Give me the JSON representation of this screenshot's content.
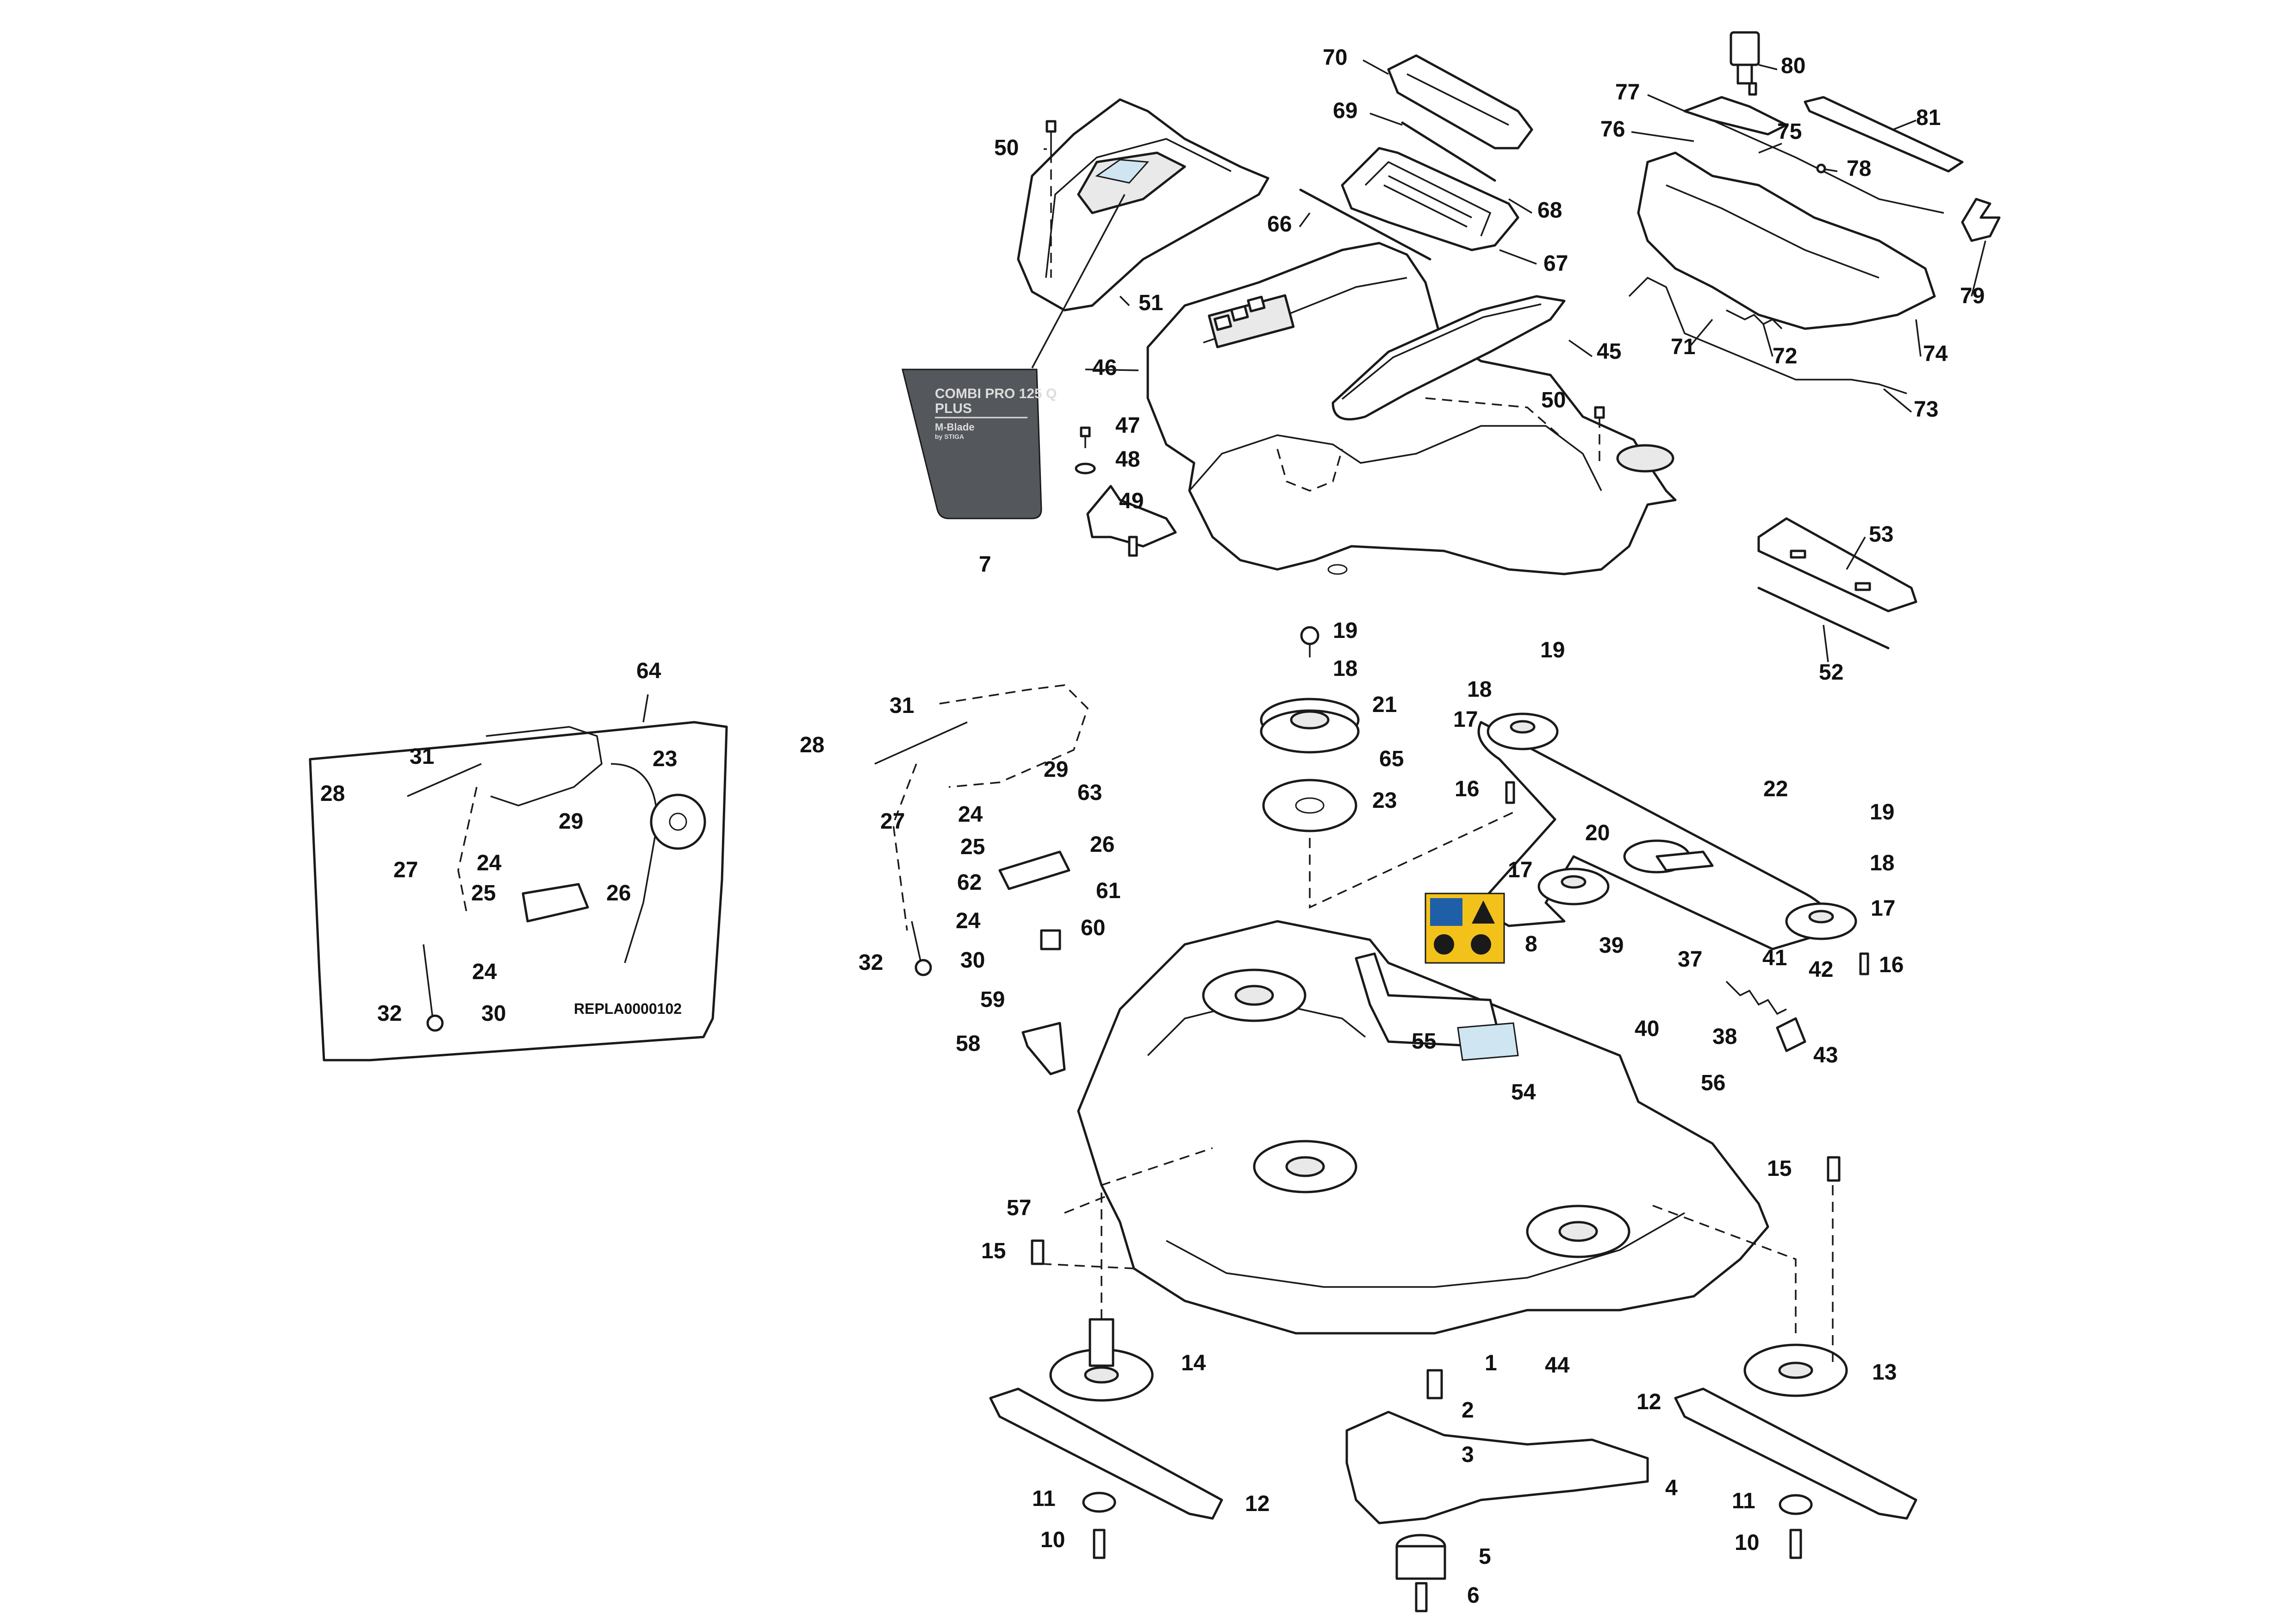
{
  "diagram": {
    "colors": {
      "line": "#1a1a1a",
      "decal_fill": "#54575b",
      "label_blue": "#cfe6f2",
      "warning_yellow": "#f2c21b",
      "manual_blue": "#1f5fa8"
    },
    "reference_code": "REPLA0000102",
    "decal": {
      "line1": "COMBI PRO 125 Q",
      "line2": "PLUS",
      "line3": "M-Blade",
      "line4": "by STIGA"
    },
    "callouts": [
      {
        "id": "c1",
        "text": "1"
      },
      {
        "id": "c2",
        "text": "2"
      },
      {
        "id": "c3",
        "text": "3"
      },
      {
        "id": "c4",
        "text": "4"
      },
      {
        "id": "c5",
        "text": "5"
      },
      {
        "id": "c6",
        "text": "6"
      },
      {
        "id": "c7",
        "text": "7"
      },
      {
        "id": "c8",
        "text": "8"
      },
      {
        "id": "c10a",
        "text": "10"
      },
      {
        "id": "c10b",
        "text": "10"
      },
      {
        "id": "c11a",
        "text": "11"
      },
      {
        "id": "c11b",
        "text": "11"
      },
      {
        "id": "c12a",
        "text": "12"
      },
      {
        "id": "c12b",
        "text": "12"
      },
      {
        "id": "c13",
        "text": "13"
      },
      {
        "id": "c14",
        "text": "14"
      },
      {
        "id": "c15a",
        "text": "15"
      },
      {
        "id": "c15b",
        "text": "15"
      },
      {
        "id": "c16a",
        "text": "16"
      },
      {
        "id": "c16b",
        "text": "16"
      },
      {
        "id": "c17a",
        "text": "17"
      },
      {
        "id": "c17b",
        "text": "17"
      },
      {
        "id": "c17c",
        "text": "17"
      },
      {
        "id": "c18a",
        "text": "18"
      },
      {
        "id": "c18b",
        "text": "18"
      },
      {
        "id": "c18c",
        "text": "18"
      },
      {
        "id": "c19a",
        "text": "19"
      },
      {
        "id": "c19b",
        "text": "19"
      },
      {
        "id": "c19c",
        "text": "19"
      },
      {
        "id": "c20",
        "text": "20"
      },
      {
        "id": "c21",
        "text": "21"
      },
      {
        "id": "c22",
        "text": "22"
      },
      {
        "id": "c23a",
        "text": "23"
      },
      {
        "id": "c23b",
        "text": "23"
      },
      {
        "id": "c24a",
        "text": "24"
      },
      {
        "id": "c24b",
        "text": "24"
      },
      {
        "id": "c24c",
        "text": "24"
      },
      {
        "id": "c24d",
        "text": "24"
      },
      {
        "id": "c25a",
        "text": "25"
      },
      {
        "id": "c25b",
        "text": "25"
      },
      {
        "id": "c26a",
        "text": "26"
      },
      {
        "id": "c26b",
        "text": "26"
      },
      {
        "id": "c27a",
        "text": "27"
      },
      {
        "id": "c27b",
        "text": "27"
      },
      {
        "id": "c28a",
        "text": "28"
      },
      {
        "id": "c28b",
        "text": "28"
      },
      {
        "id": "c29a",
        "text": "29"
      },
      {
        "id": "c29b",
        "text": "29"
      },
      {
        "id": "c30a",
        "text": "30"
      },
      {
        "id": "c30b",
        "text": "30"
      },
      {
        "id": "c31a",
        "text": "31"
      },
      {
        "id": "c31b",
        "text": "31"
      },
      {
        "id": "c32a",
        "text": "32"
      },
      {
        "id": "c32b",
        "text": "32"
      },
      {
        "id": "c37",
        "text": "37"
      },
      {
        "id": "c38",
        "text": "38"
      },
      {
        "id": "c39",
        "text": "39"
      },
      {
        "id": "c40",
        "text": "40"
      },
      {
        "id": "c41",
        "text": "41"
      },
      {
        "id": "c42",
        "text": "42"
      },
      {
        "id": "c43",
        "text": "43"
      },
      {
        "id": "c44",
        "text": "44"
      },
      {
        "id": "c45",
        "text": "45"
      },
      {
        "id": "c46",
        "text": "46"
      },
      {
        "id": "c47",
        "text": "47"
      },
      {
        "id": "c48",
        "text": "48"
      },
      {
        "id": "c49",
        "text": "49"
      },
      {
        "id": "c50a",
        "text": "50"
      },
      {
        "id": "c50b",
        "text": "50"
      },
      {
        "id": "c51",
        "text": "51"
      },
      {
        "id": "c52",
        "text": "52"
      },
      {
        "id": "c53",
        "text": "53"
      },
      {
        "id": "c54",
        "text": "54"
      },
      {
        "id": "c55",
        "text": "55"
      },
      {
        "id": "c56",
        "text": "56"
      },
      {
        "id": "c57",
        "text": "57"
      },
      {
        "id": "c58",
        "text": "58"
      },
      {
        "id": "c59",
        "text": "59"
      },
      {
        "id": "c60",
        "text": "60"
      },
      {
        "id": "c61",
        "text": "61"
      },
      {
        "id": "c62",
        "text": "62"
      },
      {
        "id": "c63",
        "text": "63"
      },
      {
        "id": "c64",
        "text": "64"
      },
      {
        "id": "c65",
        "text": "65"
      },
      {
        "id": "c66",
        "text": "66"
      },
      {
        "id": "c67",
        "text": "67"
      },
      {
        "id": "c68",
        "text": "68"
      },
      {
        "id": "c69",
        "text": "69"
      },
      {
        "id": "c70",
        "text": "70"
      },
      {
        "id": "c71",
        "text": "71"
      },
      {
        "id": "c72",
        "text": "72"
      },
      {
        "id": "c73",
        "text": "73"
      },
      {
        "id": "c74",
        "text": "74"
      },
      {
        "id": "c75",
        "text": "75"
      },
      {
        "id": "c76",
        "text": "76"
      },
      {
        "id": "c77",
        "text": "77"
      },
      {
        "id": "c78",
        "text": "78"
      },
      {
        "id": "c79",
        "text": "79"
      },
      {
        "id": "c80",
        "text": "80"
      },
      {
        "id": "c81",
        "text": "81"
      }
    ]
  }
}
